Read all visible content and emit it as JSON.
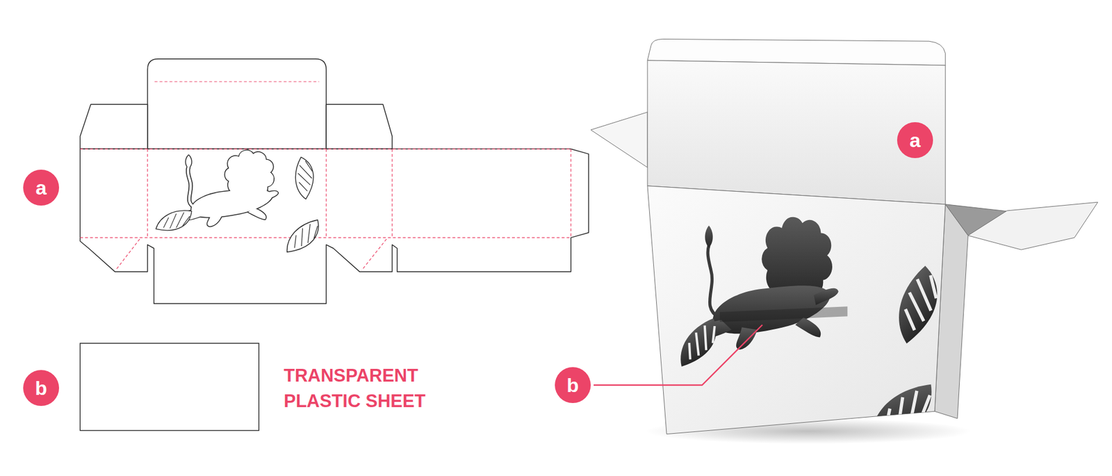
{
  "diagram": {
    "nodes": [
      {
        "text": [
          "a"
        ]
      },
      {
        "text": [
          "b"
        ]
      },
      {
        "text": [
          "a"
        ]
      },
      {
        "text": [
          "b"
        ]
      }
    ],
    "labels": [
      "TRANSPARENT PLASTIC SHEET"
    ]
  }
}
